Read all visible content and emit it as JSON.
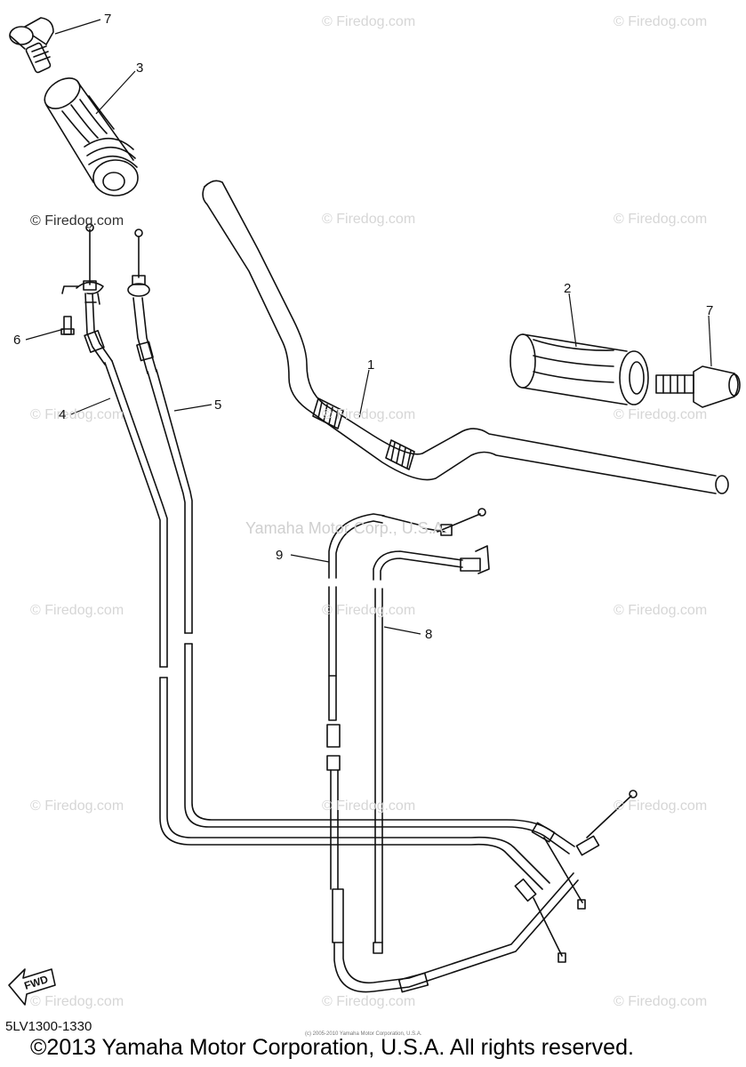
{
  "watermark": "© Firedog.com",
  "center_watermark": "Yamaha Motor Corp., U.S.A.",
  "callouts": {
    "c1": "1",
    "c2": "2",
    "c3": "3",
    "c4": "4",
    "c5": "5",
    "c6": "6",
    "c7a": "7",
    "c7b": "7",
    "c8": "8",
    "c9": "9"
  },
  "fwd_label": "FWD",
  "part_code": "5LV1300-1330",
  "small_note": "(c) 2005-2010 Yamaha Motor Corporation, U.S.A.",
  "footer": "©2013 Yamaha Motor Corporation, U.S.A. All rights reserved."
}
